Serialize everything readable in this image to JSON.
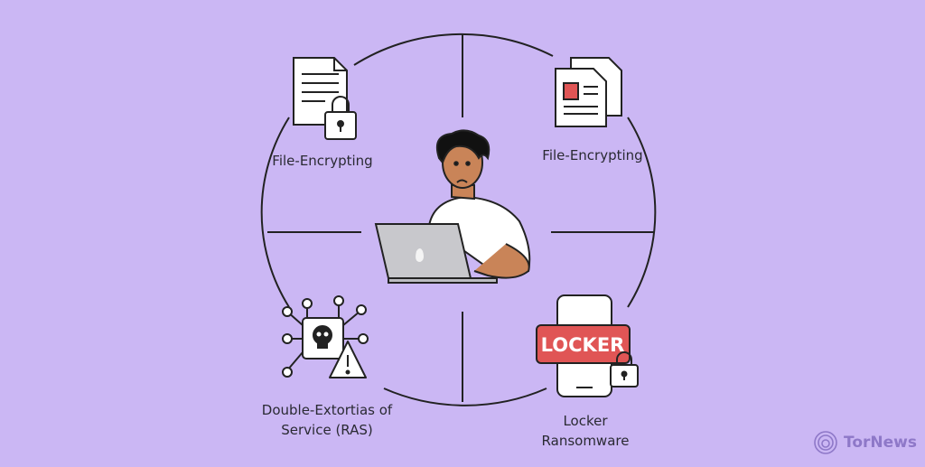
{
  "labels": {
    "top_left": "File-Encrypting",
    "top_right": "File-Encrypting",
    "bottom_left_line1": "Double-Extortias of",
    "bottom_left_line2": "Service (RAS)",
    "bottom_right_line1": "Locker",
    "bottom_right_line2": "Ransomware"
  },
  "locker_banner": "LOCKER",
  "watermark": "TorNews",
  "colors": {
    "background": "#cbb7f4",
    "accent_red": "#e05555",
    "line": "#222222"
  }
}
